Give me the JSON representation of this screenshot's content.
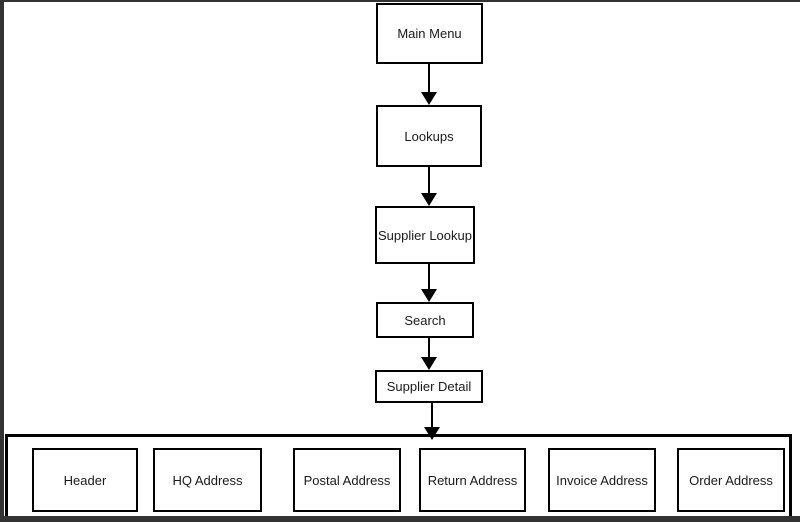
{
  "flow": {
    "nodes": [
      {
        "id": "main-menu",
        "label": "Main Menu"
      },
      {
        "id": "lookups",
        "label": "Lookups"
      },
      {
        "id": "supplier-lookup",
        "label": "Supplier Lookup"
      },
      {
        "id": "search",
        "label": "Search"
      },
      {
        "id": "supplier-detail",
        "label": "Supplier Detail"
      }
    ],
    "edges": [
      {
        "from": "Main Menu",
        "to": "Lookups"
      },
      {
        "from": "Lookups",
        "to": "Supplier Lookup"
      },
      {
        "from": "Supplier Lookup",
        "to": "Search"
      },
      {
        "from": "Search",
        "to": "Supplier Detail"
      },
      {
        "from": "Supplier Detail",
        "to": "Supplier Detail Sections"
      }
    ]
  },
  "detail_container": {
    "boxes": [
      {
        "label": "Header"
      },
      {
        "label": "HQ Address"
      },
      {
        "label": "Postal Address"
      },
      {
        "label": "Return Address"
      },
      {
        "label": "Invoice Address"
      },
      {
        "label": "Order Address"
      }
    ]
  },
  "colors": {
    "background": "#ffffff",
    "box_border": "#000000",
    "text": "#1a1a1a",
    "frame": "#333333"
  }
}
